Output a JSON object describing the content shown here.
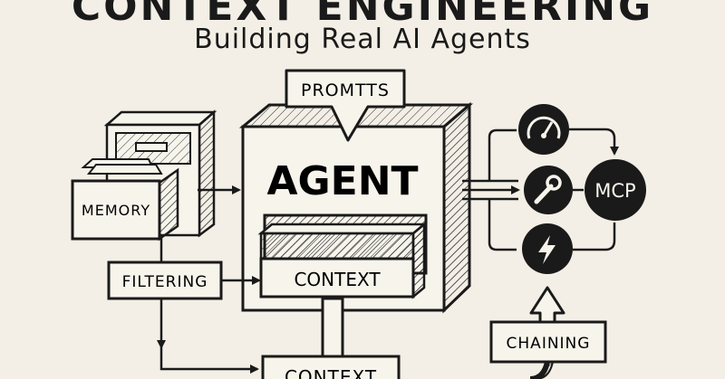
{
  "header": {
    "title": "CONTEXT ENGINEERING",
    "subtitle": "Building Real AI Agents"
  },
  "nodes": {
    "prompts": "PROMTTS",
    "agent": "AGENT",
    "context_inner": "CONTEXT",
    "memory": "MEMORY",
    "filtering": "FILTERING",
    "mcp": "MCP",
    "chaining": "CHAINING",
    "context_bottom": "CONTEXT"
  },
  "tool_icons": [
    "gauge-icon",
    "wrench-icon",
    "lightning-icon"
  ],
  "colors": {
    "background": "#f3efe6",
    "ink": "#1a1a1a",
    "paper": "#f7f4ec"
  }
}
